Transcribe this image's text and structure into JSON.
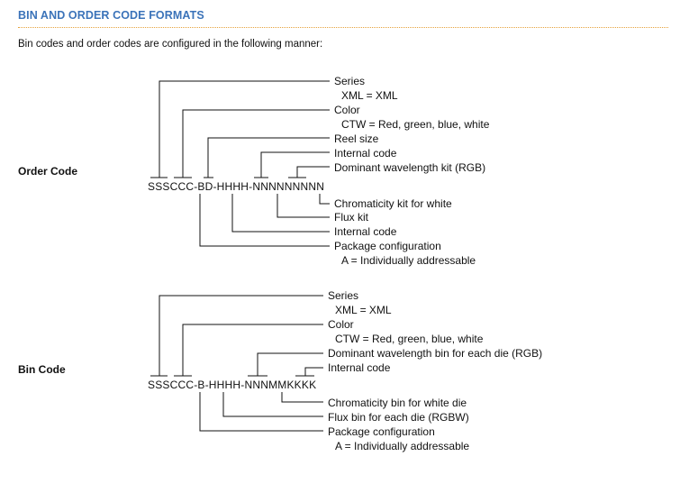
{
  "section": {
    "title": "BIN AND ORDER CODE FORMATS",
    "intro": "Bin codes and order codes are configured in the following manner:"
  },
  "order_code": {
    "side_label": "Order Code",
    "code": "SSSCCC-BD-HHHH-NNNNNNNNN",
    "labels": {
      "series": "Series",
      "series_value": "XML = XML",
      "color": "Color",
      "color_value": "CTW = Red, green, blue, white",
      "reel_size": "Reel size",
      "internal_code_top": "Internal code",
      "dominant_wavelength_kit": "Dominant wavelength kit (RGB)",
      "chromaticity_kit": "Chromaticity kit for white",
      "flux_kit": "Flux kit",
      "internal_code_bottom": "Internal code",
      "package_configuration": "Package configuration",
      "package_value": "A = Individually addressable"
    }
  },
  "bin_code": {
    "side_label": "Bin Code",
    "code": "SSSCCC-B-HHHH-NNNMMKKKK",
    "labels": {
      "series": "Series",
      "series_value": "XML = XML",
      "color": "Color",
      "color_value": "CTW = Red, green, blue, white",
      "dominant_wavelength_bin": "Dominant wavelength bin for each die (RGB)",
      "internal_code": "Internal code",
      "chromaticity_bin": "Chromaticity bin for white die",
      "flux_bin": "Flux bin for each die (RGBW)",
      "package_configuration": "Package configuration",
      "package_value": "A =  Individually addressable"
    }
  }
}
